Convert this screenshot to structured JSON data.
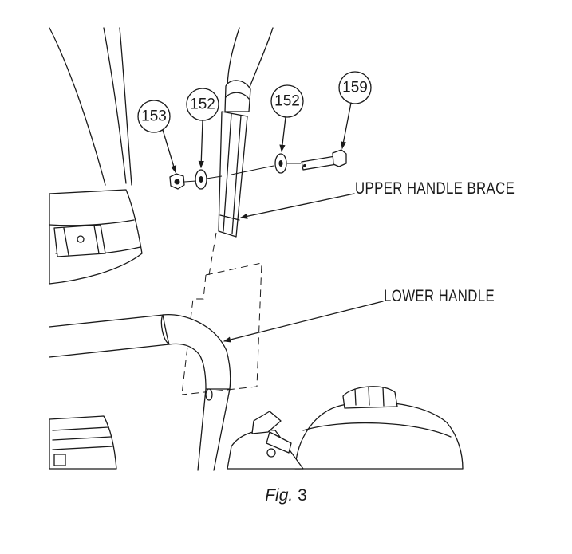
{
  "parts": [
    {
      "number": "153"
    },
    {
      "number": "152"
    },
    {
      "number": "152"
    },
    {
      "number": "159"
    }
  ],
  "labels": {
    "upper_handle_brace": "UPPER HANDLE BRACE",
    "lower_handle": "LOWER HANDLE"
  },
  "caption": {
    "prefix": "Fig.",
    "number": "3"
  }
}
